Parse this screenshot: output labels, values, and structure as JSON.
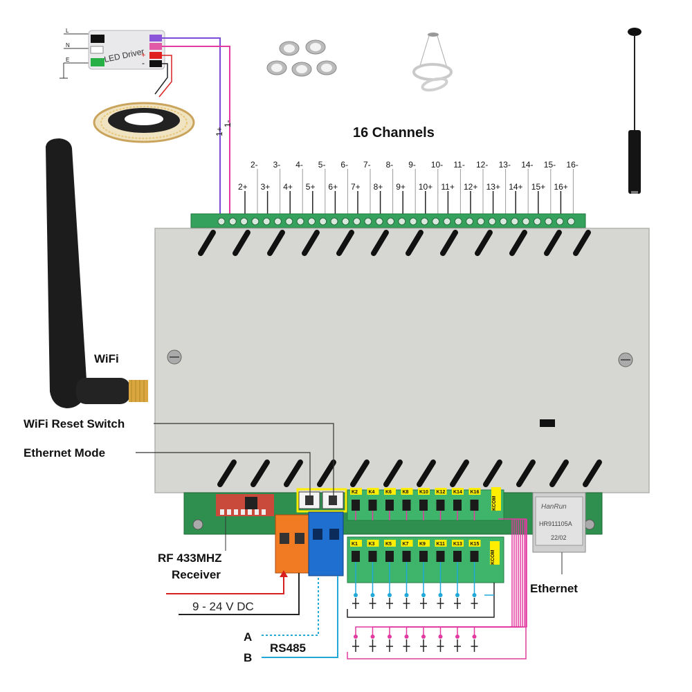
{
  "header": {
    "title": "16 Channels"
  },
  "channels": {
    "minus": [
      "2-",
      "3-",
      "4-",
      "5-",
      "6-",
      "7-",
      "8-",
      "9-",
      "10-",
      "11-",
      "12-",
      "13-",
      "14-",
      "15-",
      "16-"
    ],
    "plus": [
      "2+",
      "3+",
      "4+",
      "5+",
      "6+",
      "7+",
      "8+",
      "9+",
      "10+",
      "11+",
      "12+",
      "13+",
      "14+",
      "15+",
      "16+"
    ],
    "ch1_plus": "1+",
    "ch1_minus": "1-"
  },
  "led_driver": {
    "label": "LED Driver",
    "inputs": [
      "L",
      "N",
      "E"
    ],
    "plus": "+",
    "minus": "-"
  },
  "labels": {
    "wifi": "WiFi",
    "wifi_reset": "WiFi Reset Switch",
    "ethernet_mode": "Ethernet Mode",
    "rf_line1": "RF 433MHZ",
    "rf_line2": "Receiver",
    "power": "9 - 24 V DC",
    "rs485": "RS485",
    "a": "A",
    "b": "B",
    "ethernet": "Ethernet"
  },
  "ethernet_jack": {
    "brand": "HanRun",
    "model": "HR911105A",
    "date": "22/02"
  },
  "inputs": {
    "top_row": [
      "K2",
      "K4",
      "K6",
      "K8",
      "K10",
      "K12",
      "K14",
      "K16"
    ],
    "bottom_row": [
      "K1",
      "K3",
      "K5",
      "K7",
      "K9",
      "K11",
      "K13",
      "K15"
    ],
    "common": "KCOM"
  },
  "colors": {
    "enclosure": "#d6d6d2",
    "pcb_green": "#2f8f4e",
    "terminal_green": "#3fb56b",
    "orange_terminal": "#f07b22",
    "blue_terminal": "#1f6fd1",
    "wire_purple": "#7a4ad8",
    "wire_pink": "#e23aa0",
    "wire_cyan": "#20a8d8",
    "wire_red": "#d92020",
    "highlight_yellow": "#ffee00"
  },
  "icons": [
    "antenna-icon",
    "led-strip-icon",
    "downlight-icon",
    "chandelier-icon",
    "pendant-lamp-icon",
    "push-button-icon",
    "screw-icon"
  ]
}
